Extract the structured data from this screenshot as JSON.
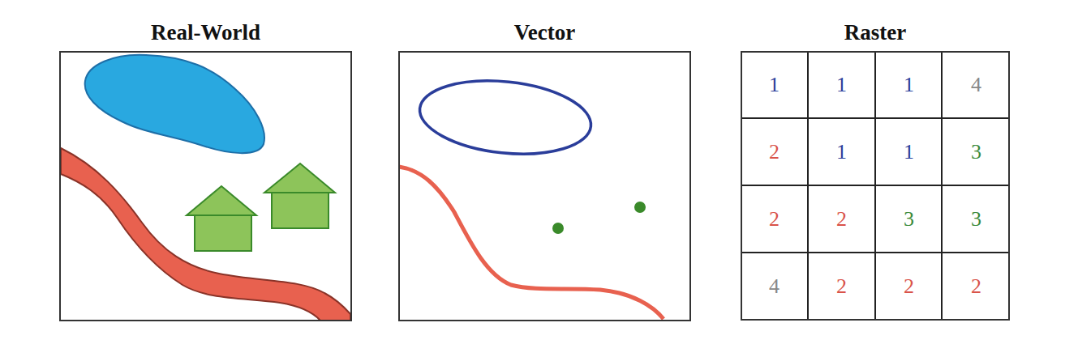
{
  "diagram": {
    "nodes": [
      {
        "text": [
          "Real-World"
        ]
      },
      {
        "text": [
          "Vector"
        ]
      },
      {
        "text": [
          "Raster"
        ]
      }
    ],
    "labels": [
      "1",
      "1",
      "1",
      "4",
      "2",
      "1",
      "1",
      "3",
      "2",
      "2",
      "3",
      "3",
      "4",
      "2",
      "2",
      "2"
    ]
  }
}
